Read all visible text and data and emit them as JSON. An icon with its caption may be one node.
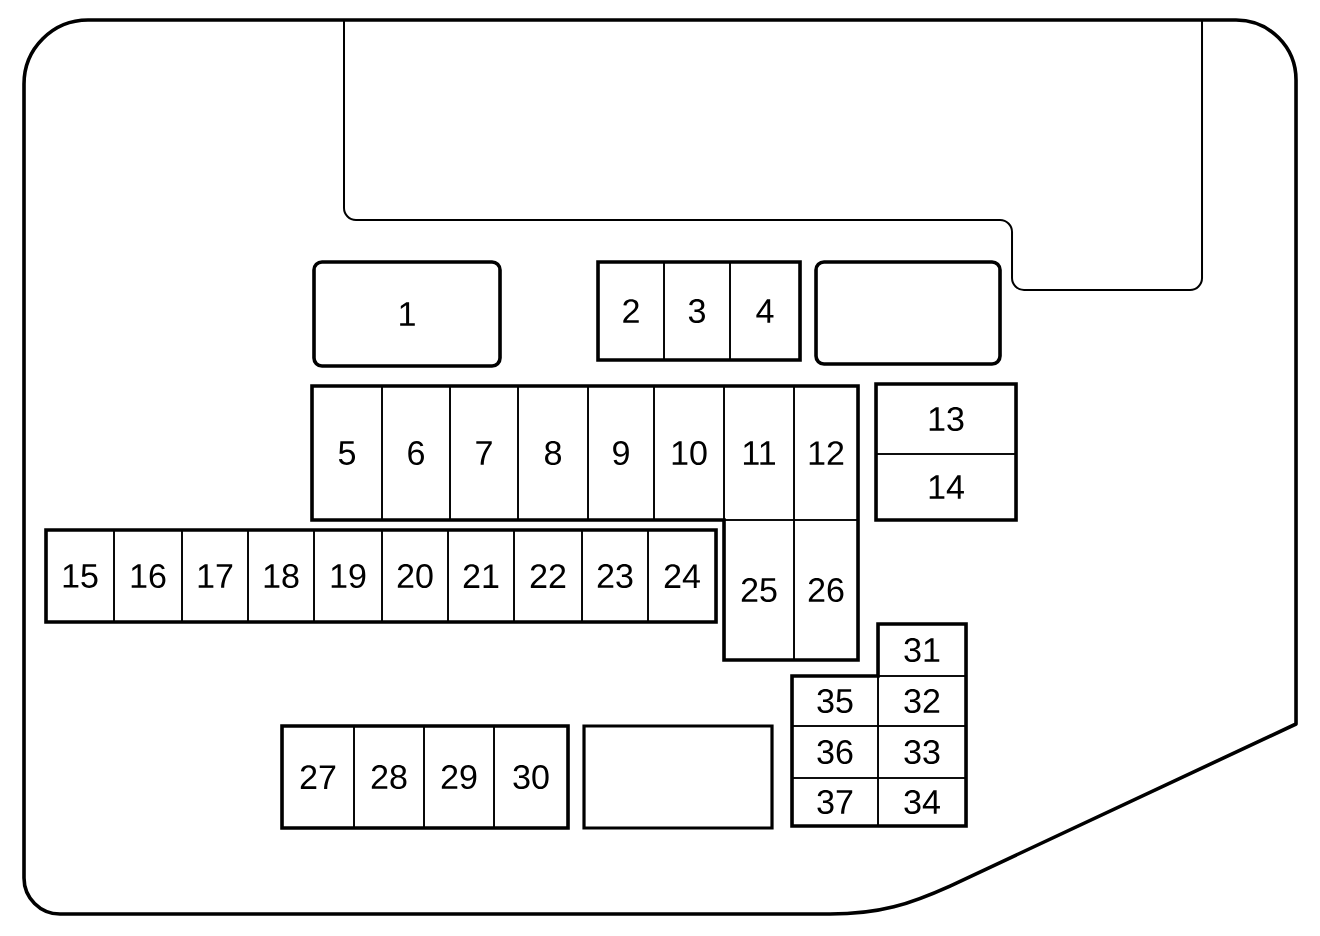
{
  "diagram": {
    "nodes": [
      {
        "text": [
          "1"
        ]
      },
      {
        "text": [
          "2"
        ]
      },
      {
        "text": [
          "3"
        ]
      },
      {
        "text": [
          "4"
        ]
      },
      {
        "text": [],
        "shape": "box"
      },
      {
        "text": [
          "5"
        ]
      },
      {
        "text": [
          "6"
        ]
      },
      {
        "text": [
          "7"
        ]
      },
      {
        "text": [
          "8"
        ]
      },
      {
        "text": [
          "9"
        ]
      },
      {
        "text": [
          "10"
        ]
      },
      {
        "text": [
          "11"
        ]
      },
      {
        "text": [
          "12"
        ]
      },
      {
        "text": [
          "13"
        ]
      },
      {
        "text": [
          "14"
        ]
      },
      {
        "text": [
          "15"
        ]
      },
      {
        "text": [
          "16"
        ]
      },
      {
        "text": [
          "17"
        ]
      },
      {
        "text": [
          "18"
        ]
      },
      {
        "text": [
          "19"
        ]
      },
      {
        "text": [
          "20"
        ]
      },
      {
        "text": [
          "21"
        ]
      },
      {
        "text": [
          "22"
        ]
      },
      {
        "text": [
          "23"
        ]
      },
      {
        "text": [
          "24"
        ]
      },
      {
        "text": [
          "25"
        ]
      },
      {
        "text": [
          "26"
        ]
      },
      {
        "text": [
          "27"
        ]
      },
      {
        "text": [
          "28"
        ]
      },
      {
        "text": [
          "29"
        ]
      },
      {
        "text": [
          "30"
        ]
      },
      {
        "text": [],
        "shape": "box"
      },
      {
        "text": [
          "31"
        ]
      },
      {
        "text": [
          "32"
        ]
      },
      {
        "text": [
          "33"
        ]
      },
      {
        "text": [
          "34"
        ]
      },
      {
        "text": [
          "35"
        ]
      },
      {
        "text": [
          "36"
        ]
      },
      {
        "text": [
          "37"
        ]
      }
    ]
  }
}
